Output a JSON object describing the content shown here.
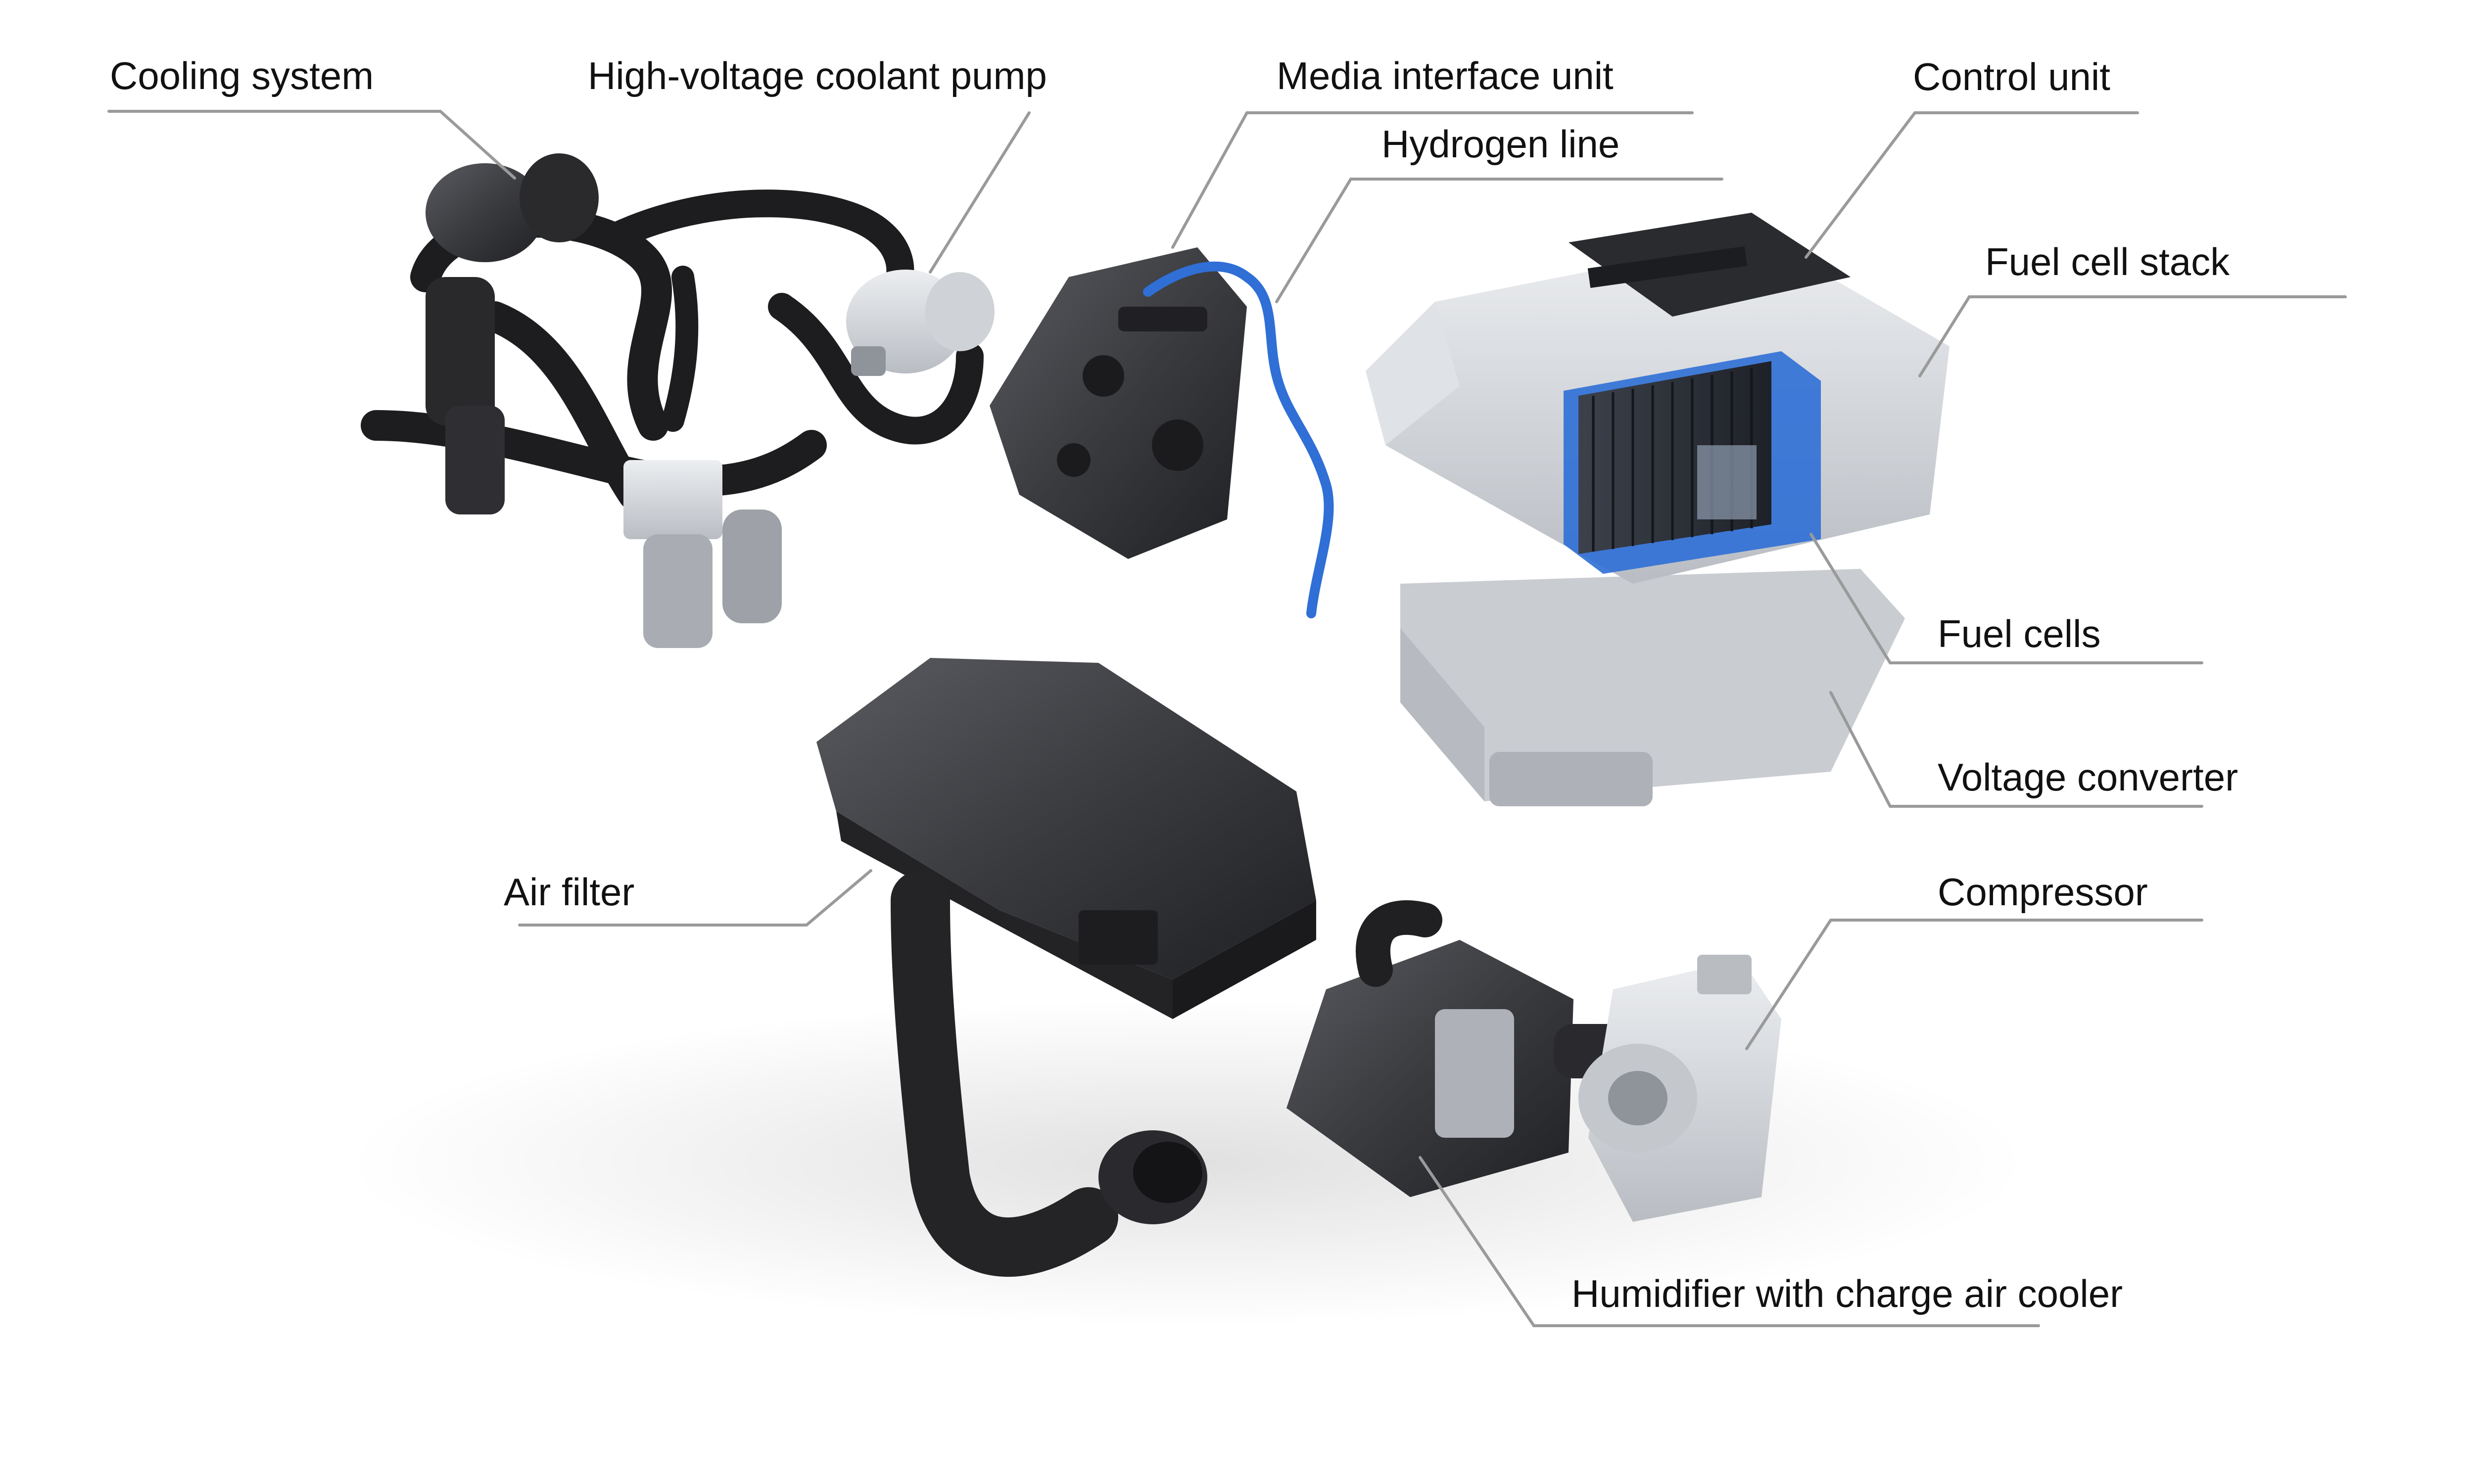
{
  "labels": {
    "cooling_system": "Cooling system",
    "coolant_pump": "High-voltage coolant pump",
    "media_interface_unit": "Media interface unit",
    "hydrogen_line": "Hydrogen line",
    "control_unit": "Control unit",
    "fuel_cell_stack": "Fuel cell stack",
    "fuel_cells": "Fuel cells",
    "voltage_converter": "Voltage converter",
    "air_filter": "Air filter",
    "compressor": "Compressor",
    "humidifier": "Humidifier with charge air cooler"
  },
  "colors": {
    "background": "#ffffff",
    "text": "#111111",
    "leader_line": "#9a9a9a",
    "hose_black": "#1d1d1f",
    "component_dark": "#2b2b2e",
    "housing_aluminium": "#d4d6da",
    "hydrogen_blue": "#2f6fd6",
    "cell_stack_dark": "#2a2e36"
  }
}
